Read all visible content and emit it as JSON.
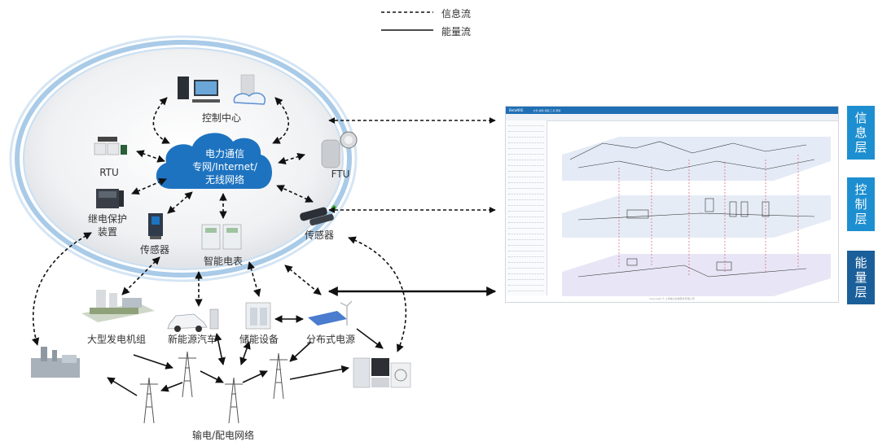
{
  "legend": {
    "info_flow": "信息流",
    "energy_flow": "能量流"
  },
  "cloud": {
    "line1": "电力通信",
    "line2": "专网/Internet/",
    "line3": "无线网络"
  },
  "nodes": {
    "control_center": "控制中心",
    "rtu": "RTU",
    "ftu": "FTU",
    "relay_line1": "继电保护",
    "relay_line2": "装置",
    "sensor_left": "传感器",
    "sensor_right": "传感器",
    "smart_meter": "智能电表",
    "power_plant": "大型发电机组",
    "ev": "新能源汽车",
    "storage": "储能设备",
    "distributed": "分布式电源",
    "grid": "输电/配电网络"
  },
  "layers": {
    "info": "信息层",
    "control": "控制层",
    "energy": "能量层"
  },
  "software": {
    "app_name": "BetaNRE",
    "menu": "文件   编辑   视图   工具   帮助",
    "footer": "Copyright © 上海电力系统软件有限公司"
  },
  "colors": {
    "cloud": "#1d73c0",
    "ellipse_ring": "#a9cbe8",
    "layer_tab": "#1d8fd0",
    "layer_tab_dark": "#1a5f99",
    "arrow": "#111111"
  }
}
